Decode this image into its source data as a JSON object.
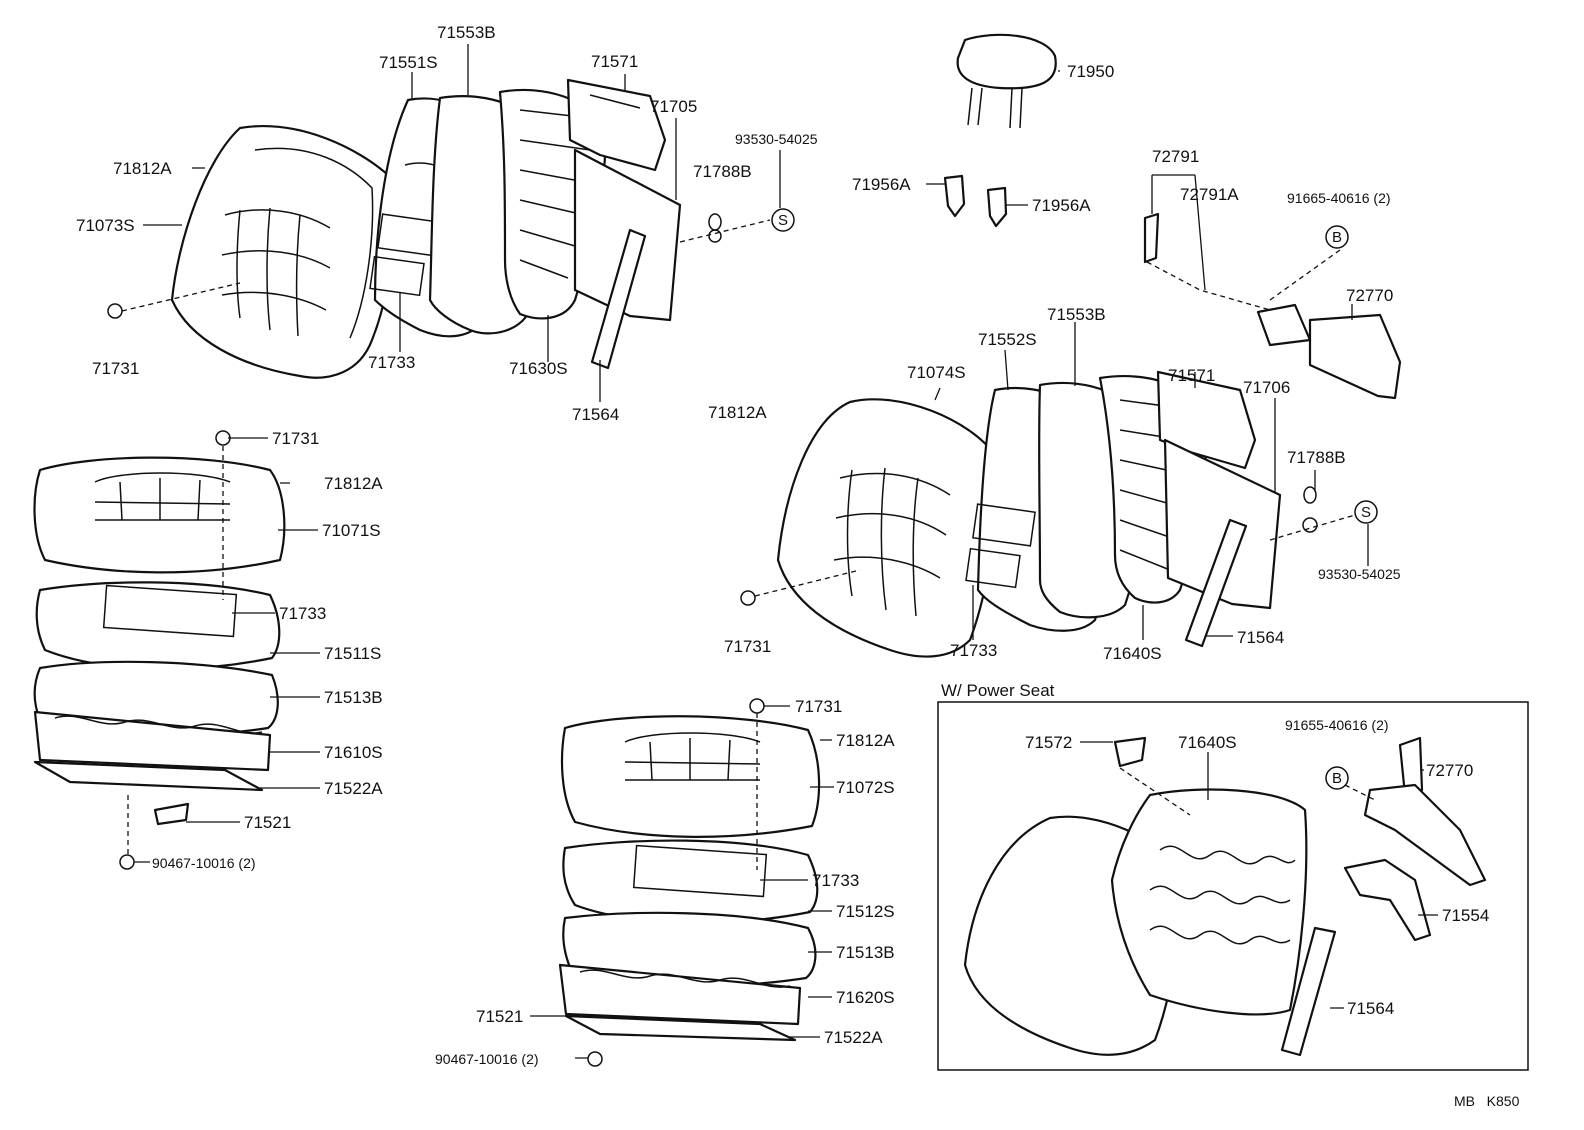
{
  "labels": {
    "fl_71553B": "71553B",
    "fl_71551S": "71551S",
    "fl_71571": "71571",
    "fl_71705": "71705",
    "fl_93530": "93530-54025",
    "fl_71812A": "71812A",
    "fl_71788B": "71788B",
    "fl_71073S": "71073S",
    "fl_71731": "71731",
    "fl_71733": "71733",
    "fl_71630S": "71630S",
    "fl_71564": "71564",
    "hr_71950": "71950",
    "hr_71956A_l": "71956A",
    "hr_71956A_r": "71956A",
    "rc_72791": "72791",
    "rc_72791A": "72791A",
    "rc_91665": "91665-40616 (2)",
    "rc_72770": "72770",
    "fr_71553B": "71553B",
    "fr_71552S": "71552S",
    "fr_71571": "71571",
    "fr_71074S": "71074S",
    "fr_71706": "71706",
    "fr_71812A": "71812A",
    "fr_71788B": "71788B",
    "fr_93530": "93530-54025",
    "fr_71731": "71731",
    "fr_71733": "71733",
    "fr_71640S": "71640S",
    "fr_71564": "71564",
    "lc_71731": "71731",
    "lc_71812A": "71812A",
    "lc_71071S": "71071S",
    "lc_71733": "71733",
    "lc_71511S": "71511S",
    "lc_71513B": "71513B",
    "lc_71610S": "71610S",
    "lc_71522A": "71522A",
    "lc_71521": "71521",
    "lc_90467": "90467-10016 (2)",
    "mc_71731": "71731",
    "mc_71812A": "71812A",
    "mc_71072S": "71072S",
    "mc_71733": "71733",
    "mc_71512S": "71512S",
    "mc_71513B": "71513B",
    "mc_71620S": "71620S",
    "mc_71521": "71521",
    "mc_71522A": "71522A",
    "mc_90467": "90467-10016 (2)",
    "ps_title": "W/ Power Seat",
    "ps_71572": "71572",
    "ps_71640S": "71640S",
    "ps_91655": "91655-40616 (2)",
    "ps_72770": "72770",
    "ps_71554": "71554",
    "ps_71564": "71564",
    "marker_s": "S",
    "marker_b": "B",
    "footer": "MB   K850"
  }
}
